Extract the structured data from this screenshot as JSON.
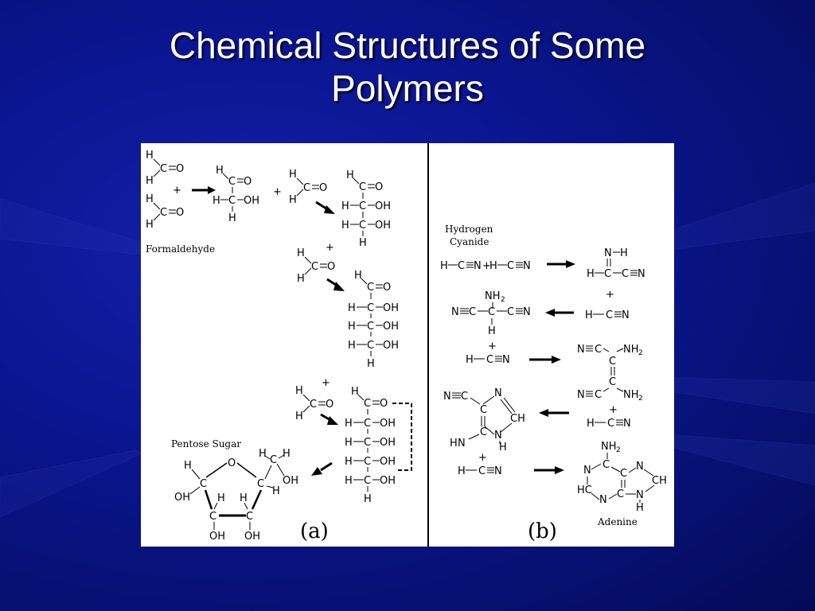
{
  "slide": {
    "title_line1": "Chemical Structures of Some",
    "title_line2": "Polymers",
    "background_color": "#0a1590",
    "title_color": "#ffffff"
  },
  "figure": {
    "panel_a": {
      "label": "(a)",
      "formaldehyde_label": "Formaldehyde",
      "product_label": "Pentose Sugar"
    },
    "panel_b": {
      "label": "(b)",
      "reactant_label_line1": "Hydrogen",
      "reactant_label_line2": "Cyanide",
      "product_label": "Adenine"
    }
  }
}
